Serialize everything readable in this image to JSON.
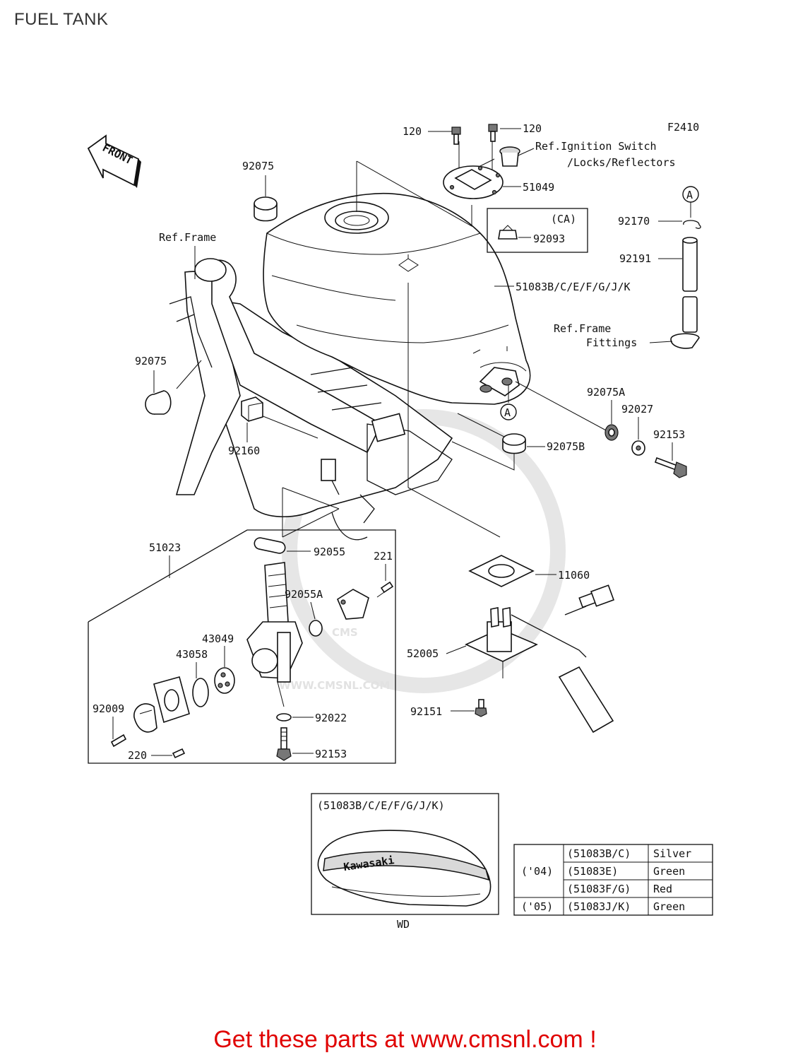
{
  "page_title": "FUEL TANK",
  "figure_code": "F2410",
  "front_label": "FRONT",
  "watermark": {
    "logo": "CMS",
    "site": "WWW.CMSNL.COM"
  },
  "labels": {
    "p120a": "120",
    "p120b": "120",
    "ref_ignition_1": "Ref.Ignition Switch",
    "ref_ignition_2": "/Locks/Reflectors",
    "p92075_top": "92075",
    "p51049": "51049",
    "marker_a_top": "A",
    "ca_label": "(CA)",
    "p92093": "92093",
    "p92170": "92170",
    "ref_frame": "Ref.Frame",
    "p92191": "92191",
    "p51083": "51083B/C/E/F/G/J/K",
    "ref_frame_fit_1": "Ref.Frame",
    "ref_frame_fit_2": "Fittings",
    "p92075_left": "92075",
    "p92075A": "92075A",
    "marker_a_mid": "A",
    "p92027": "92027",
    "p92153_right": "92153",
    "p92160": "92160",
    "p92075B": "92075B",
    "p51023": "51023",
    "p92055": "92055",
    "p221": "221",
    "p11060": "11060",
    "p92055A": "92055A",
    "p43049": "43049",
    "p43058": "43058",
    "p52005": "52005",
    "p92009": "92009",
    "p92151": "92151",
    "p92022": "92022",
    "p220": "220",
    "p92153_bottom": "92153"
  },
  "inset": {
    "header": "(51083B/C/E/F/G/J/K)",
    "brand": "Kawasaki",
    "caption": "WD"
  },
  "color_table": {
    "rows": [
      {
        "year": "('04)",
        "parts": "(51083B/C)",
        "color": "Silver"
      },
      {
        "year": "",
        "parts": "(51083E)",
        "color": "Green"
      },
      {
        "year": "",
        "parts": "(51083F/G)",
        "color": "Red"
      },
      {
        "year": "('05)",
        "parts": "(51083J/K)",
        "color": "Green"
      }
    ]
  },
  "footer": "Get these parts at www.cmsnl.com !"
}
